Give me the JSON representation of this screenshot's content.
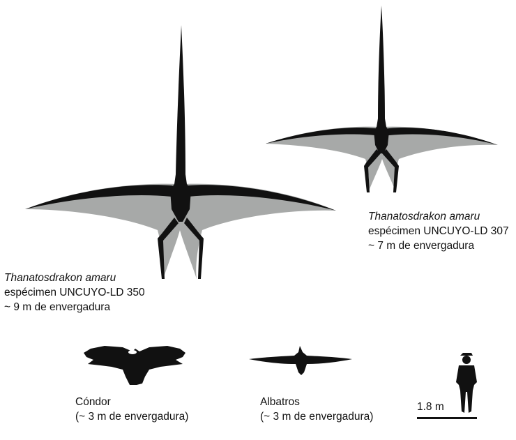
{
  "specimens": [
    {
      "species": "Thanatosdrakon amaru",
      "specimen": "espécimen UNCUYO-LD 350",
      "wingspan": "~ 9 m de envergadura"
    },
    {
      "species": "Thanatosdrakon amaru",
      "specimen": "espécimen UNCUYO-LD 307",
      "wingspan": "~ 7 m de envergadura"
    }
  ],
  "comparisons": [
    {
      "name": "Cóndor",
      "wingspan": "(~ 3 m de envergadura)"
    },
    {
      "name": "Albatros",
      "wingspan": "(~ 3 m de envergadura)"
    }
  ],
  "scale": {
    "label": "1.8 m"
  },
  "colors": {
    "silhouette": "#111111",
    "wing_membrane": "#a7a9a8",
    "background": "#ffffff"
  }
}
